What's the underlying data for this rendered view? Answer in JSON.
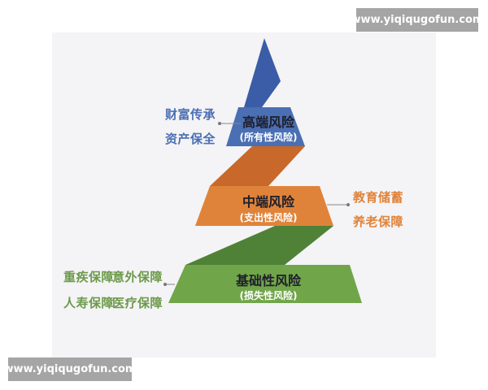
{
  "watermark_top": "www.yiqiqugofun.com",
  "watermark_bottom": "www.yiqiqugofun.com",
  "colors": {
    "high_tier": "#4a6fb3",
    "high_tier_dark": "#3b5ca6",
    "mid_tier": "#e0833a",
    "mid_tier_dark": "#c8682a",
    "base_tier": "#71a54a",
    "base_tier_dark": "#4f8236",
    "card_bg": "#f4f3f5",
    "watermark_bg": "#a5a5a5"
  },
  "pyramid": {
    "high": {
      "title": "高端风险",
      "subtitle": "(所有性风险)",
      "labels": [
        "财富传承",
        "资产保全"
      ]
    },
    "mid": {
      "title": "中端风险",
      "subtitle": "(支出性风险)",
      "labels": [
        "教育储蓄",
        "养老保障"
      ]
    },
    "base": {
      "title": "基础性风险",
      "subtitle": "(损失性风险)",
      "labels": [
        "重疾保障",
        "意外保障",
        "人寿保障",
        "医疗保障"
      ]
    }
  }
}
